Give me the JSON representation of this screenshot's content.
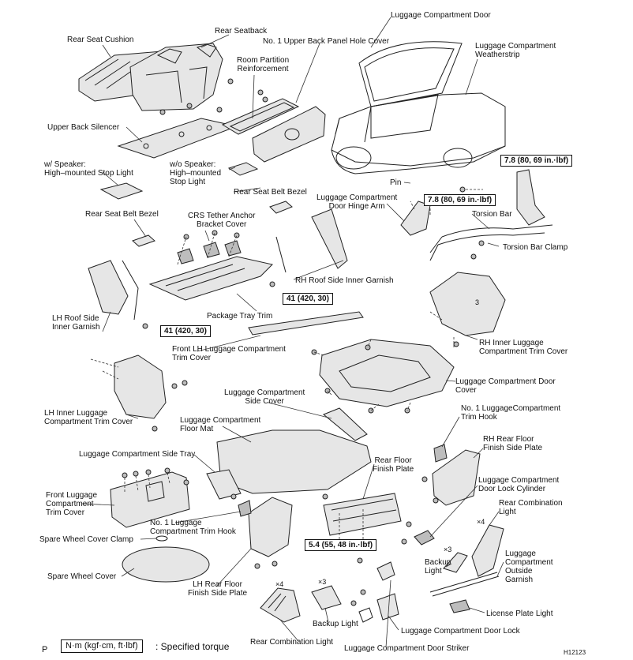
{
  "labels": {
    "luggage_compartment_door": "Luggage Compartment Door",
    "rear_seatback": "Rear Seatback",
    "rear_seat_cushion": "Rear Seat Cushion",
    "no1_upper_back_panel_hole_cover": "No. 1 Upper Back Panel Hole Cover",
    "luggage_compartment_weatherstrip": "Luggage Compartment\nWeatherstrip",
    "room_partition_reinforcement": "Room Partition\nReinforcement",
    "upper_back_silencer": "Upper Back Silencer",
    "w_speaker_stop_light": "w/ Speaker:\nHigh–mounted Stop Light",
    "wo_speaker_stop_light": "w/o Speaker:\nHigh–mounted\nStop Light",
    "pin": "Pin",
    "rear_seat_belt_bezel_upper": "Rear Seat Belt Bezel",
    "luggage_compartment_door_hinge_arm": "Luggage Compartment\nDoor Hinge Arm",
    "torsion_bar": "Torsion Bar",
    "rear_seat_belt_bezel_left": "Rear Seat Belt Bezel",
    "crs_tether_anchor_bracket_cover": "CRS Tether Anchor\nBracket Cover",
    "torsion_bar_clamp": "Torsion Bar Clamp",
    "rh_roof_side_inner_garnish": "RH Roof Side Inner Garnish",
    "package_tray_trim": "Package Tray Trim",
    "lh_roof_side_inner_garnish": "LH Roof Side\nInner Garnish",
    "rh_inner_luggage_compartment_trim_cover": "RH Inner Luggage\nCompartment Trim Cover",
    "front_lh_luggage_compartment_trim_cover": "Front LH Luggage Compartment\nTrim Cover",
    "luggage_compartment_door_cover": "Luggage Compartment Door\nCover",
    "luggage_compartment_side_cover": "Luggage Compartment\nSide Cover",
    "lh_inner_luggage_compartment_trim_cover": "LH Inner Luggage\nCompartment Trim Cover",
    "luggage_compartment_floor_mat": "Luggage Compartment\nFloor Mat",
    "no1_luggage_compartment_trim_hook_right": "No. 1 LuggageCompartment\nTrim Hook",
    "rh_rear_floor_finish_side_plate": "RH Rear Floor\nFinish Side Plate",
    "luggage_compartment_side_tray": "Luggage Compartment Side Tray",
    "rear_floor_finish_plate": "Rear Floor\nFinish Plate",
    "front_luggage_compartment_trim_cover": "Front Luggage\nCompartment\nTrim Cover",
    "luggage_compartment_door_lock_cylinder": "Luggage Compartment\nDoor Lock Cylinder",
    "rear_combination_light_right": "Rear Combination\nLight",
    "no1_luggage_compartment_trim_hook_left": "No. 1 Luggage\nCompartment Trim Hook",
    "spare_wheel_cover_clamp": "Spare Wheel Cover Clamp",
    "backup_light_right": "Backup\nLight",
    "luggage_compartment_outside_garnish": "Luggage\nCompartment\nOutside\nGarnish",
    "spare_wheel_cover": "Spare Wheel Cover",
    "lh_rear_floor_finish_side_plate": "LH Rear Floor\nFinish Side Plate",
    "license_plate_light": "License Plate Light",
    "backup_light_bottom": "Backup Light",
    "luggage_compartment_door_lock": "Luggage Compartment Door Lock",
    "rear_combination_light_bottom": "Rear Combination Light",
    "luggage_compartment_door_striker": "Luggage Compartment Door Striker"
  },
  "torque": {
    "t1": "7.8 (80, 69 in.·lbf)",
    "t2": "7.8 (80, 69 in.·lbf)",
    "t3": "41 (420, 30)",
    "t4": "41 (420, 30)",
    "t5": "5.4 (55, 48 in.·lbf)"
  },
  "quantity_marks": {
    "x4_right": "×4",
    "x3_right": "×3",
    "x4_bottom": "×4",
    "x3_bottom": "×3",
    "x3_bracket": "3"
  },
  "legend": {
    "box_text": "N·m (kgf·cm, ft·lbf)",
    "description": ": Specified torque"
  },
  "page_marker": "P",
  "figure_code": "H12123"
}
